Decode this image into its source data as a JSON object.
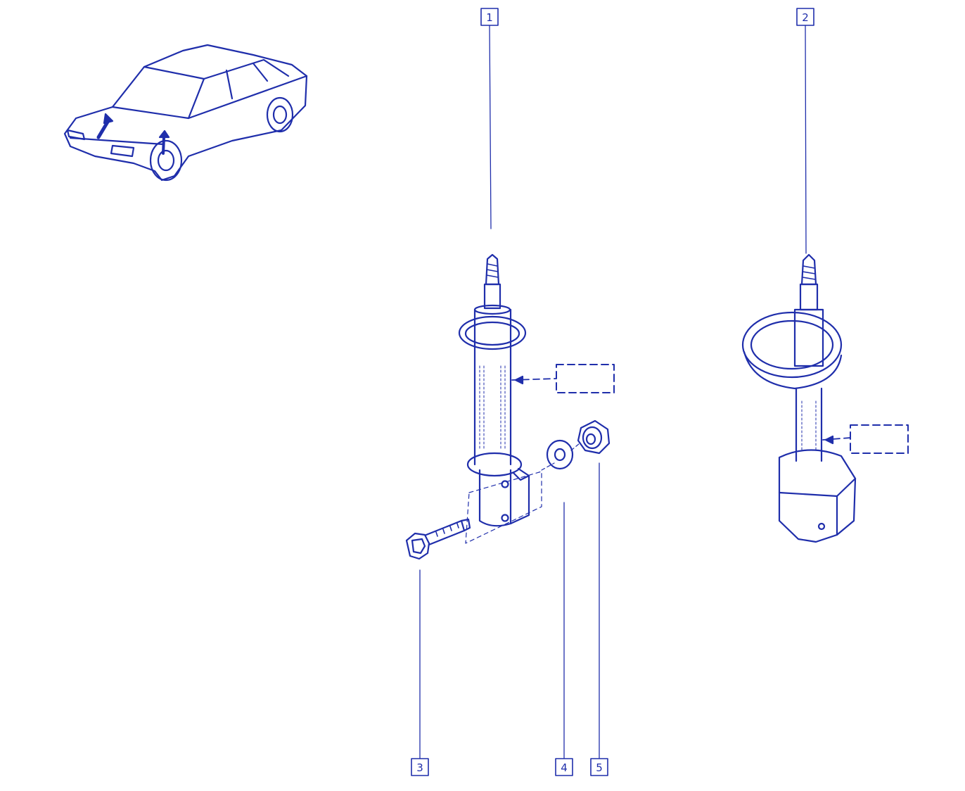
{
  "colors": {
    "ink": "#1f2eab",
    "background": "#ffffff"
  },
  "callouts": [
    {
      "id": "1",
      "label": "1"
    },
    {
      "id": "2",
      "label": "2"
    },
    {
      "id": "3",
      "label": "3"
    },
    {
      "id": "4",
      "label": "4"
    },
    {
      "id": "5",
      "label": "5"
    }
  ],
  "icons": {
    "vehicle": "car-locator-icon",
    "strut_1": "shock-absorber-with-bracket-icon",
    "strut_2": "shock-absorber-with-spring-seat-icon",
    "bolt": "bolt-icon",
    "washer": "washer-icon",
    "nut": "nut-icon"
  }
}
